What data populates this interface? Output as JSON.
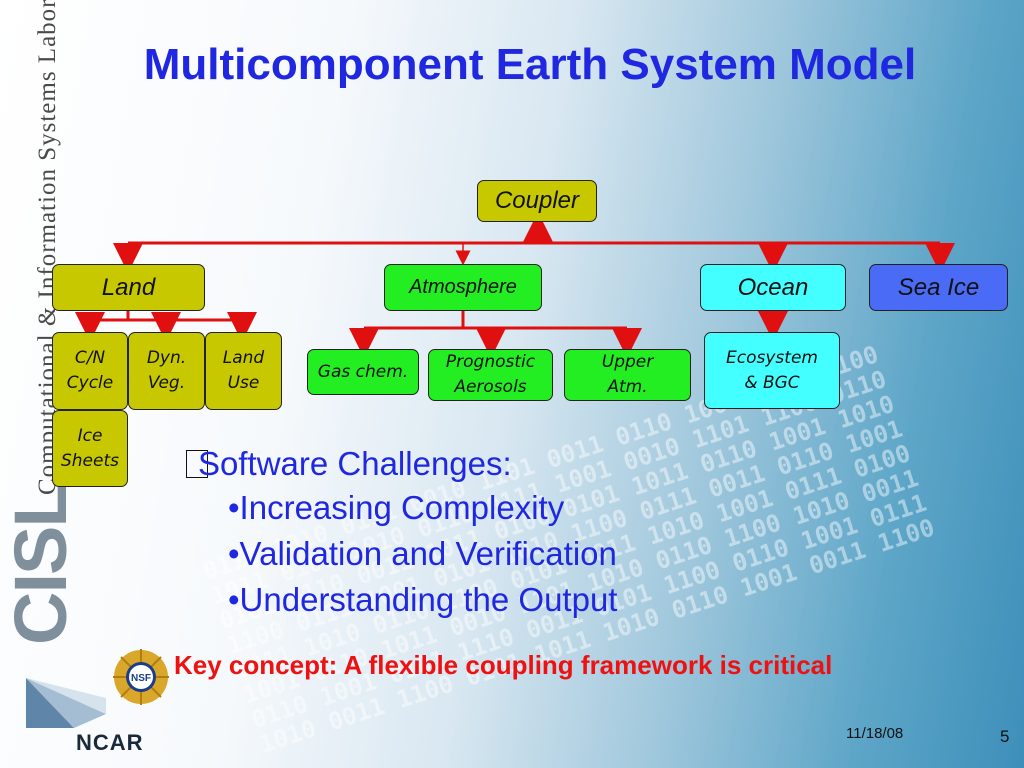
{
  "slide": {
    "title": "Multicomponent Earth System Model",
    "sidebar_text": "Computational & Information Systems Laboratory",
    "cisl_logo_text": "CISL",
    "date": "11/18/08",
    "page_number": "5"
  },
  "diagram": {
    "coupler": "Coupler",
    "components": {
      "land": "Land",
      "atmosphere": "Atmosphere",
      "ocean": "Ocean",
      "sea_ice": "Sea Ice"
    },
    "land_children": {
      "cn_cycle": [
        "C/N",
        "Cycle"
      ],
      "dyn_veg": [
        "Dyn.",
        "Veg."
      ],
      "land_use": [
        "Land",
        "Use"
      ],
      "ice_sheets": [
        "Ice",
        "Sheets"
      ]
    },
    "atmosphere_children": {
      "gas_chem": "Gas chem.",
      "prognostic_aerosols": [
        "Prognostic",
        "Aerosols"
      ],
      "upper_atm": [
        "Upper",
        "Atm."
      ]
    },
    "ocean_children": {
      "ecosystem_bgc": [
        "Ecosystem",
        "& BGC"
      ]
    },
    "colors": {
      "land": "#c8c800",
      "atmosphere": "#22ee22",
      "ocean": "#44ffff",
      "sea_ice": "#4a6bf5",
      "connector": "#e01010"
    }
  },
  "challenges": {
    "heading": "Software Challenges:",
    "items": [
      "•Increasing Complexity",
      "•Validation and Verification",
      "•Understanding the Output"
    ]
  },
  "key_concept": "Key concept: A flexible coupling framework is critical",
  "logos": {
    "nsf": "NSF",
    "ncar": "NCAR"
  }
}
